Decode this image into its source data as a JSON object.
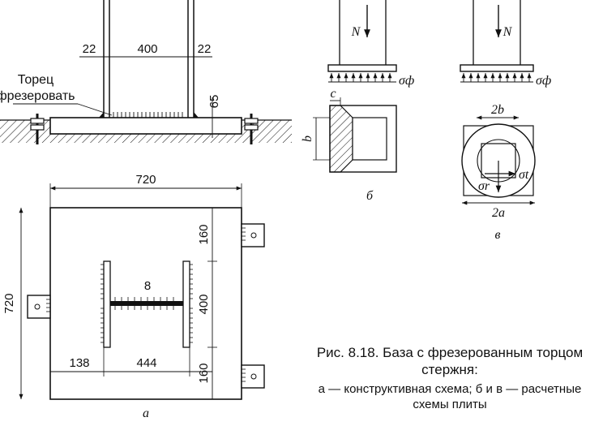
{
  "diagram": {
    "elevation": {
      "dim_left": "22",
      "dim_center": "400",
      "dim_right": "22",
      "dim_plate": "65",
      "note_line1": "Торец",
      "note_line2": "фрезеровать"
    },
    "plan": {
      "width": "720",
      "height": "720",
      "dim_top": "160",
      "dim_mid": "400",
      "dim_bottom": "160",
      "dim_left": "138",
      "dim_span": "444",
      "dim_web": "8",
      "label": "а"
    },
    "scheme_b": {
      "force": "N",
      "pressure": "σф",
      "dim_c": "c",
      "dim_b": "b",
      "label": "б"
    },
    "scheme_v": {
      "force": "N",
      "pressure": "σф",
      "dim_2b": "2b",
      "dim_2a": "2a",
      "sigma_t": "σt",
      "sigma_r": "σr",
      "label": "в"
    }
  },
  "caption": {
    "title": "Рис. 8.18. База с фрезерованным торцом стержня:",
    "description": "а — конструктивная схема; б и в — расчетные схемы плиты"
  }
}
